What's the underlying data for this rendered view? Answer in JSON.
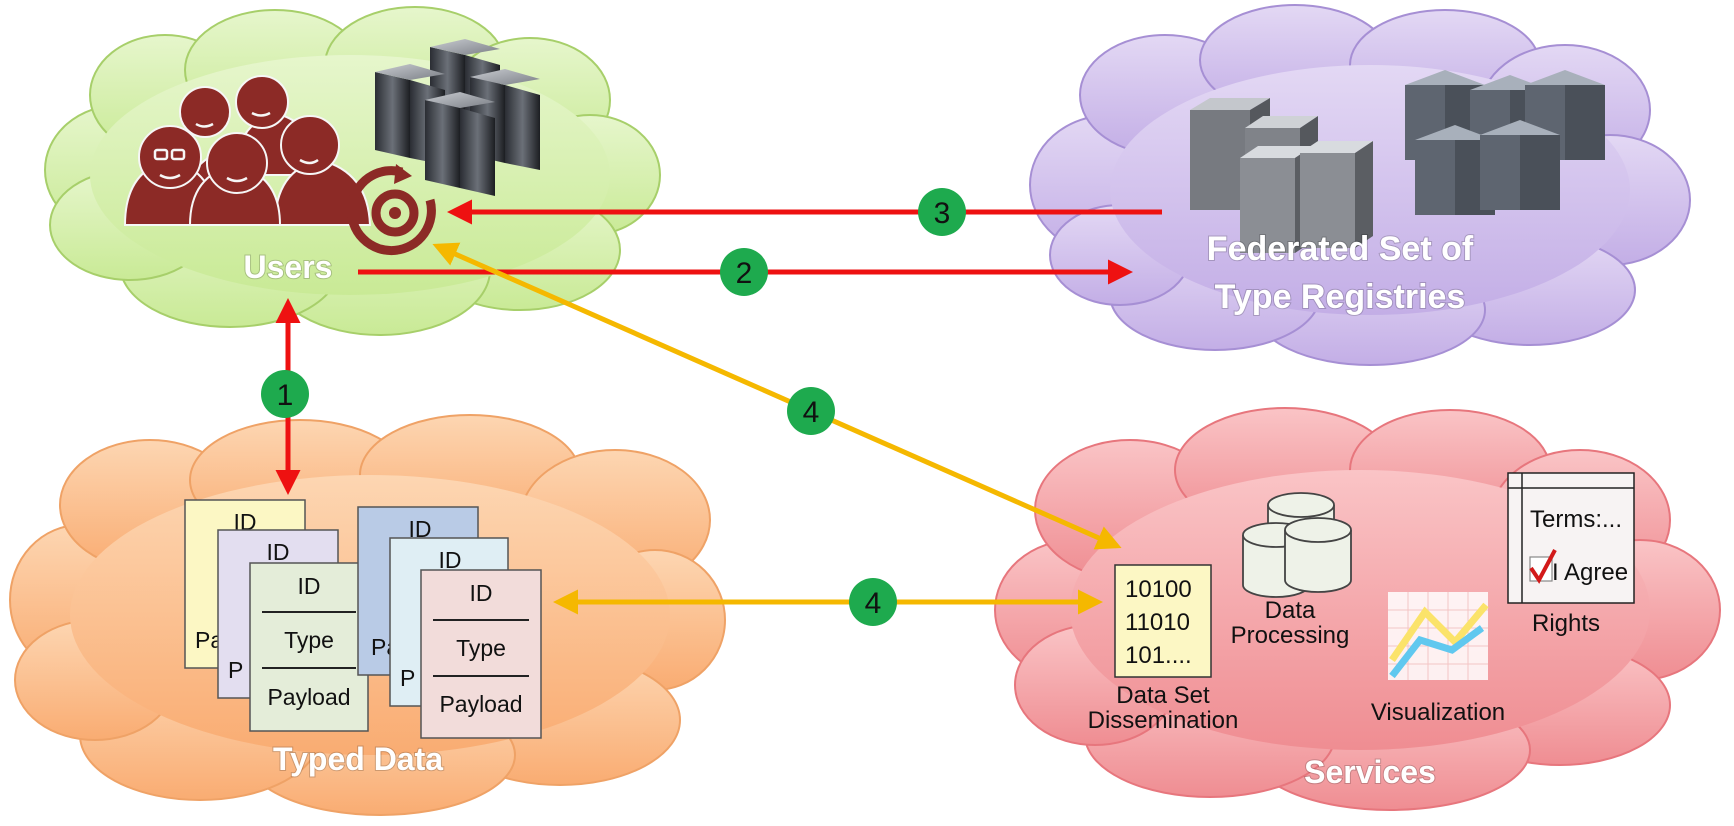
{
  "clouds": {
    "users": "Users",
    "registries_line1": "Federated Set of",
    "registries_line2": "Type Registries",
    "typed_data": "Typed Data",
    "services": "Services"
  },
  "steps": [
    "1",
    "2",
    "3",
    "4",
    "4"
  ],
  "documents": {
    "id": "ID",
    "type": "Type",
    "payload": "Payload",
    "cut_payload": "Pa",
    "cut_p": "P"
  },
  "services": {
    "binary": [
      "10100",
      "11010",
      "101...."
    ],
    "dissemination_line1": "Data Set",
    "dissemination_line2": "Dissemination",
    "processing_line1": "Data",
    "processing_line2": "Processing",
    "visualization": "Visualization",
    "terms": "Terms:...",
    "agree": "I Agree",
    "rights": "Rights"
  },
  "colors": {
    "users_cloud": "#d8f0b0",
    "registries_cloud": "#d2c2ec",
    "typed_data_cloud": "#fbbf8f",
    "services_cloud": "#f4a2a6",
    "red_arrow": "#ee1111",
    "yellow_arrow": "#f5b800",
    "badge": "#1eaa4e",
    "people": "#8c2a26"
  },
  "icons": [
    "people-group-icon",
    "server-cluster-icon",
    "target-cycle-icon",
    "database-icon",
    "line-chart-icon",
    "checkbox-icon",
    "binary-document-icon"
  ]
}
